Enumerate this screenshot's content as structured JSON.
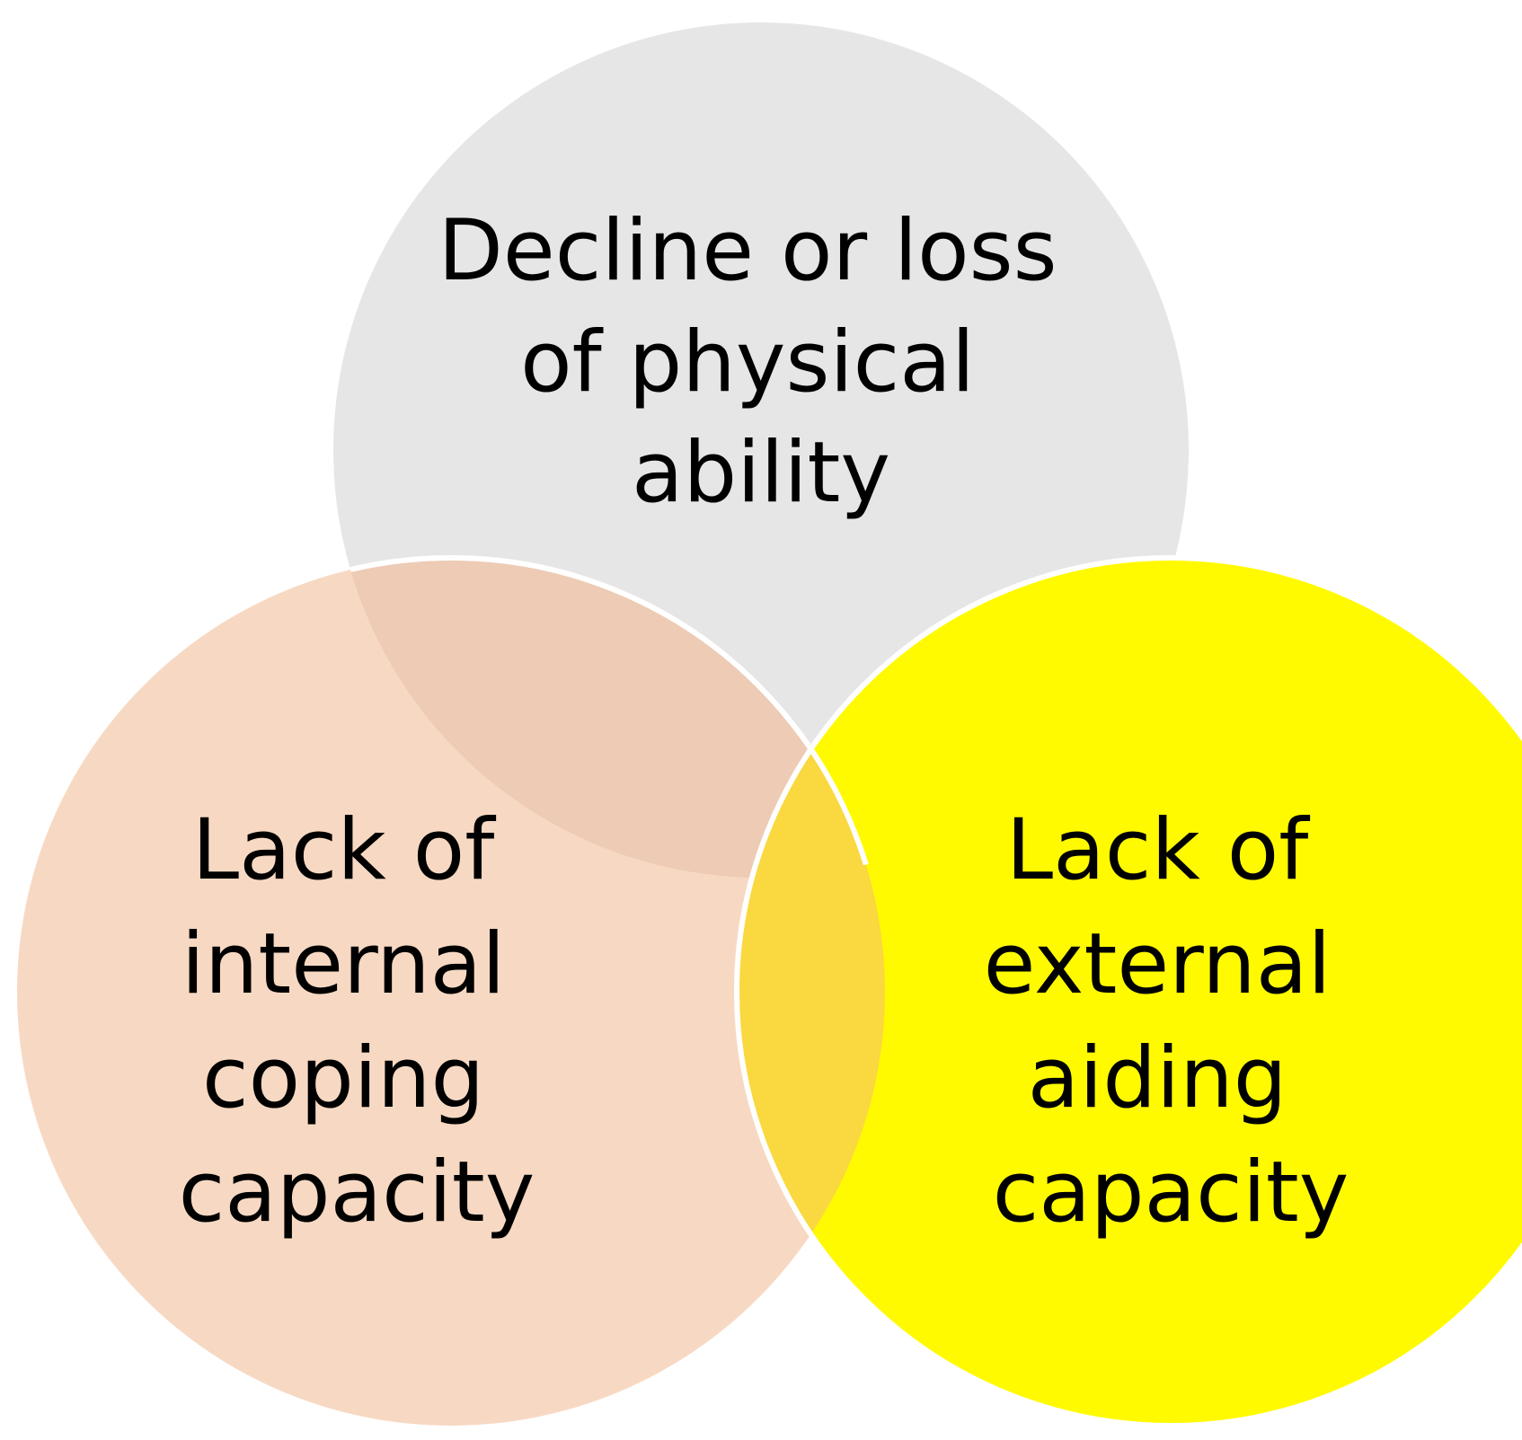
{
  "diagram": {
    "type": "venn",
    "circles": [
      {
        "id": "top",
        "lines": [
          "Decline or loss",
          "of physical",
          "ability"
        ],
        "color": "#e6e6e6"
      },
      {
        "id": "left",
        "lines": [
          "Lack of",
          "internal",
          "coping",
          "capacity"
        ],
        "color": "#f7d9c3"
      },
      {
        "id": "right",
        "lines": [
          "Lack of",
          "external",
          "aiding",
          "capacity"
        ],
        "color": "#fffa00"
      }
    ],
    "overlap_colors": {
      "top_left": "#edcbb5",
      "left_right": "#fad840",
      "outline": "#ffffff"
    }
  }
}
